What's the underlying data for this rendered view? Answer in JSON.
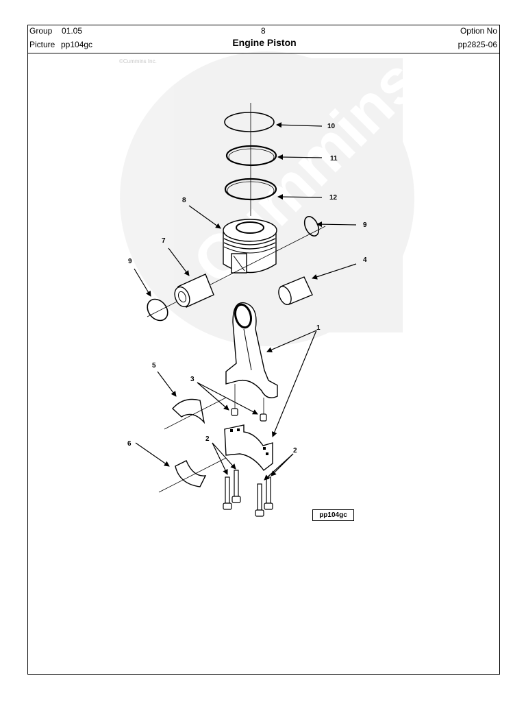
{
  "header": {
    "group_label": "Group",
    "group_value": "01.05",
    "picture_label": "Picture",
    "picture_value": "pp104gc",
    "page_number": "8",
    "title": "Engine Piston",
    "option_label": "Option No",
    "option_value": "pp2825-06"
  },
  "watermark": {
    "copyright": "©Cummins Inc.",
    "logo_text": "Cummins"
  },
  "callouts": [
    "10",
    "11",
    "12",
    "8",
    "9",
    "7",
    "9",
    "4",
    "1",
    "5",
    "3",
    "6",
    "2",
    "2"
  ],
  "figure_tag": "pp104gc"
}
